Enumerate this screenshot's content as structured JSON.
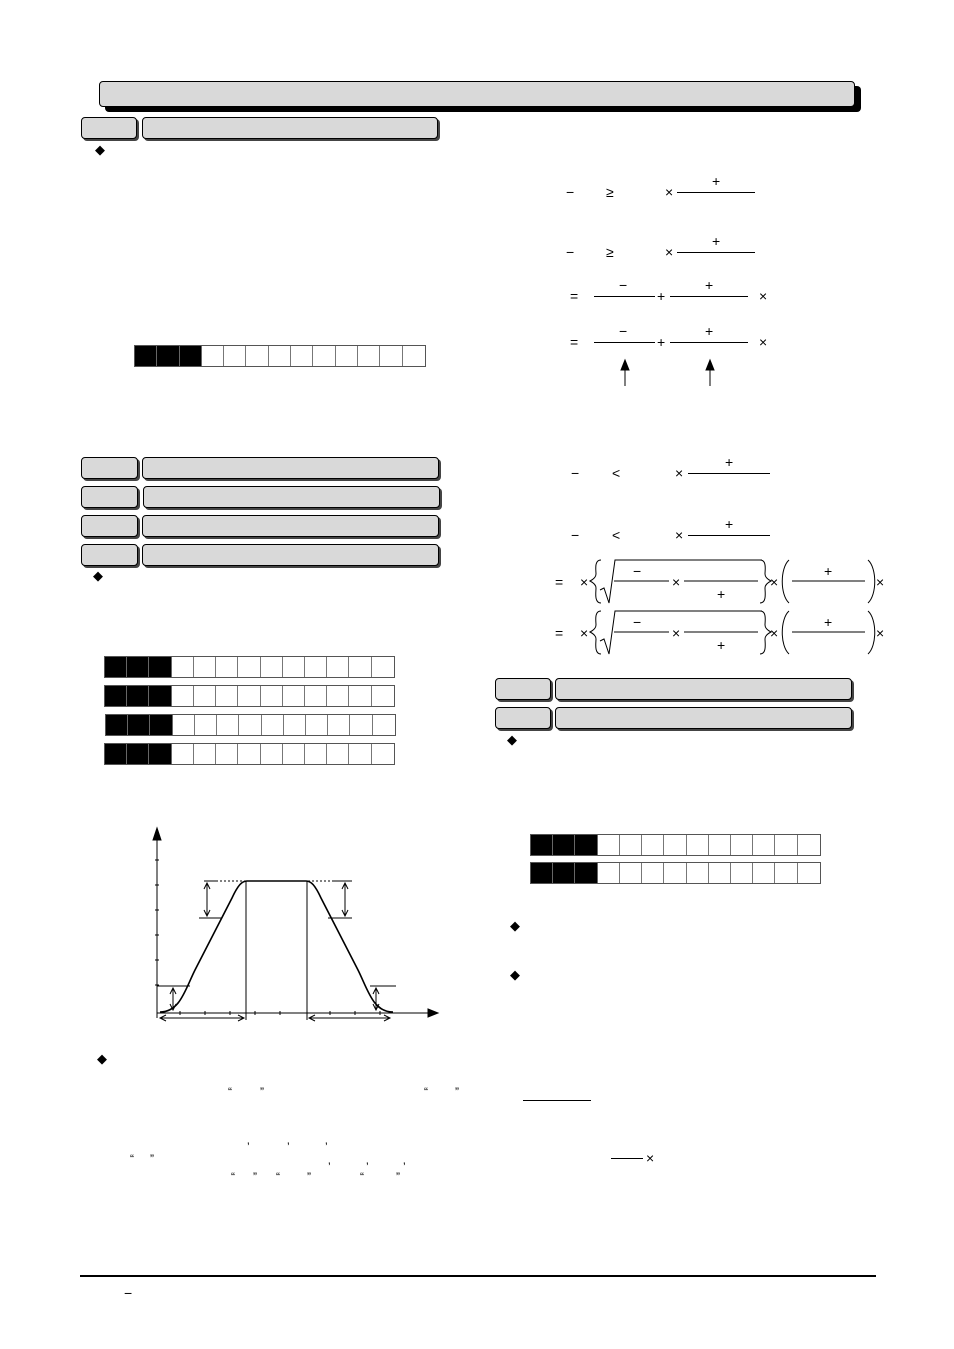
{
  "symbols": {
    "minus": "−",
    "geq": "≥",
    "lt": "<",
    "times": "×",
    "plus": "+",
    "eq": "=",
    "diamond": "◆",
    "lquote": "“",
    "rquote": "”",
    "comma": "’",
    "page_dash": "−"
  },
  "registers": {
    "left_single": {
      "filled": 3,
      "total": 13
    },
    "left_group": [
      {
        "filled": 3,
        "total": 13
      },
      {
        "filled": 3,
        "total": 13
      },
      {
        "filled": 3,
        "total": 13
      },
      {
        "filled": 3,
        "total": 13
      }
    ],
    "right_group": [
      {
        "filled": 3,
        "total": 13
      },
      {
        "filled": 3,
        "total": 13
      }
    ]
  }
}
